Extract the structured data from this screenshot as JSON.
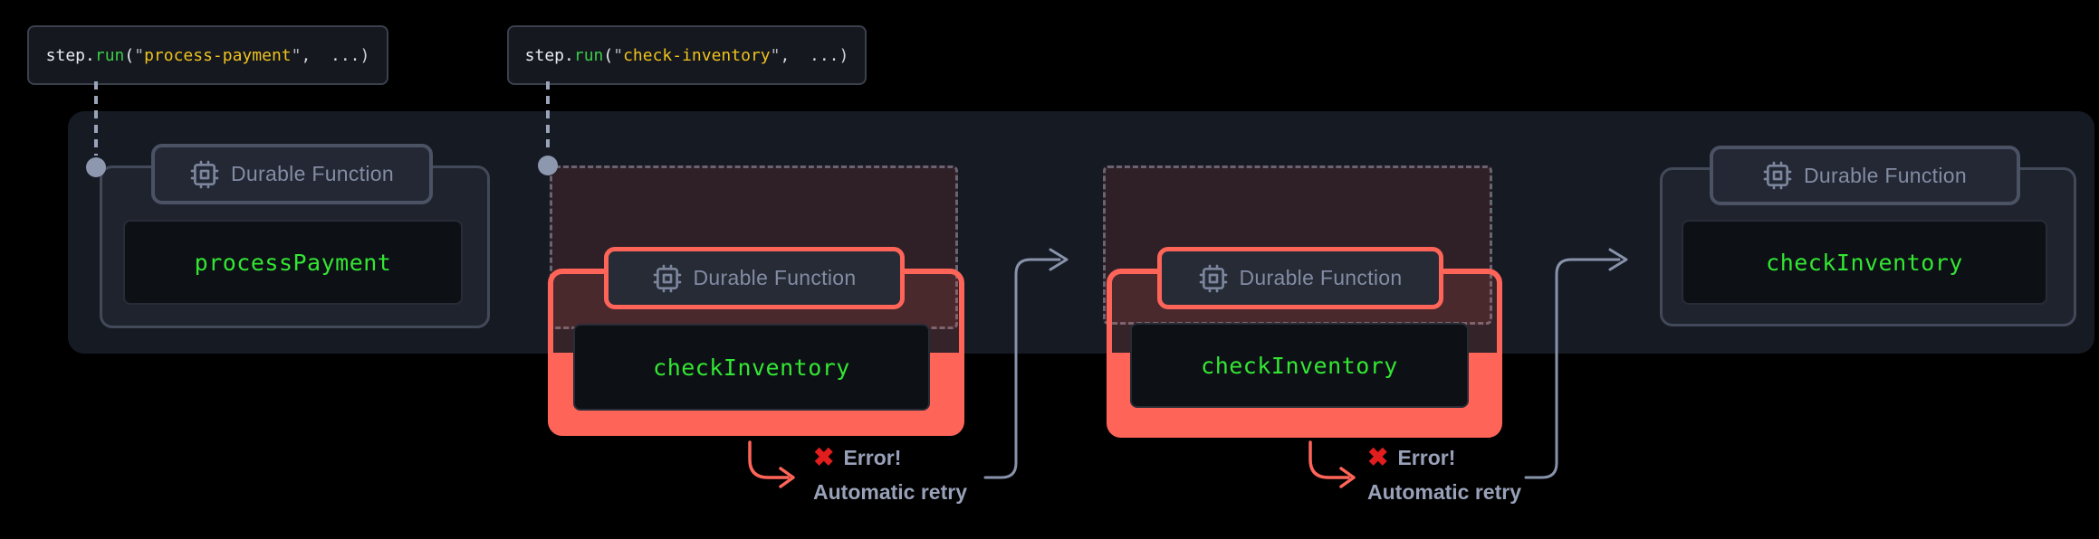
{
  "colors": {
    "accent_salmon": "#FF6459",
    "function_green": "#33E633",
    "string_yellow": "#EFC21F",
    "keyword_green": "#3ACB4A",
    "error_red": "#E21D1D",
    "muted_text": "#98A1B8",
    "badge_text": "#838CA3",
    "band_bg": "#161A23"
  },
  "step_labels": [
    {
      "prefix": "step.",
      "method": "run",
      "paren": "(",
      "quote": "\"",
      "string": "process-payment",
      "quote2": "\"",
      "suffix": ",  ...)"
    },
    {
      "prefix": "step.",
      "method": "run",
      "paren": "(",
      "quote": "\"",
      "string": "check-inventory",
      "quote2": "\"",
      "suffix": ",  ...)"
    }
  ],
  "groups": [
    {
      "badge": "Durable Function",
      "fn": "processPayment",
      "state": "success"
    },
    {
      "badge": "Durable Function",
      "fn": "checkInventory",
      "state": "error"
    },
    {
      "badge": "Durable Function",
      "fn": "checkInventory",
      "state": "error"
    },
    {
      "badge": "Durable Function",
      "fn": "checkInventory",
      "state": "success"
    }
  ],
  "errors": {
    "icon": "✖",
    "title": "Error!",
    "subtitle": "Automatic retry"
  }
}
